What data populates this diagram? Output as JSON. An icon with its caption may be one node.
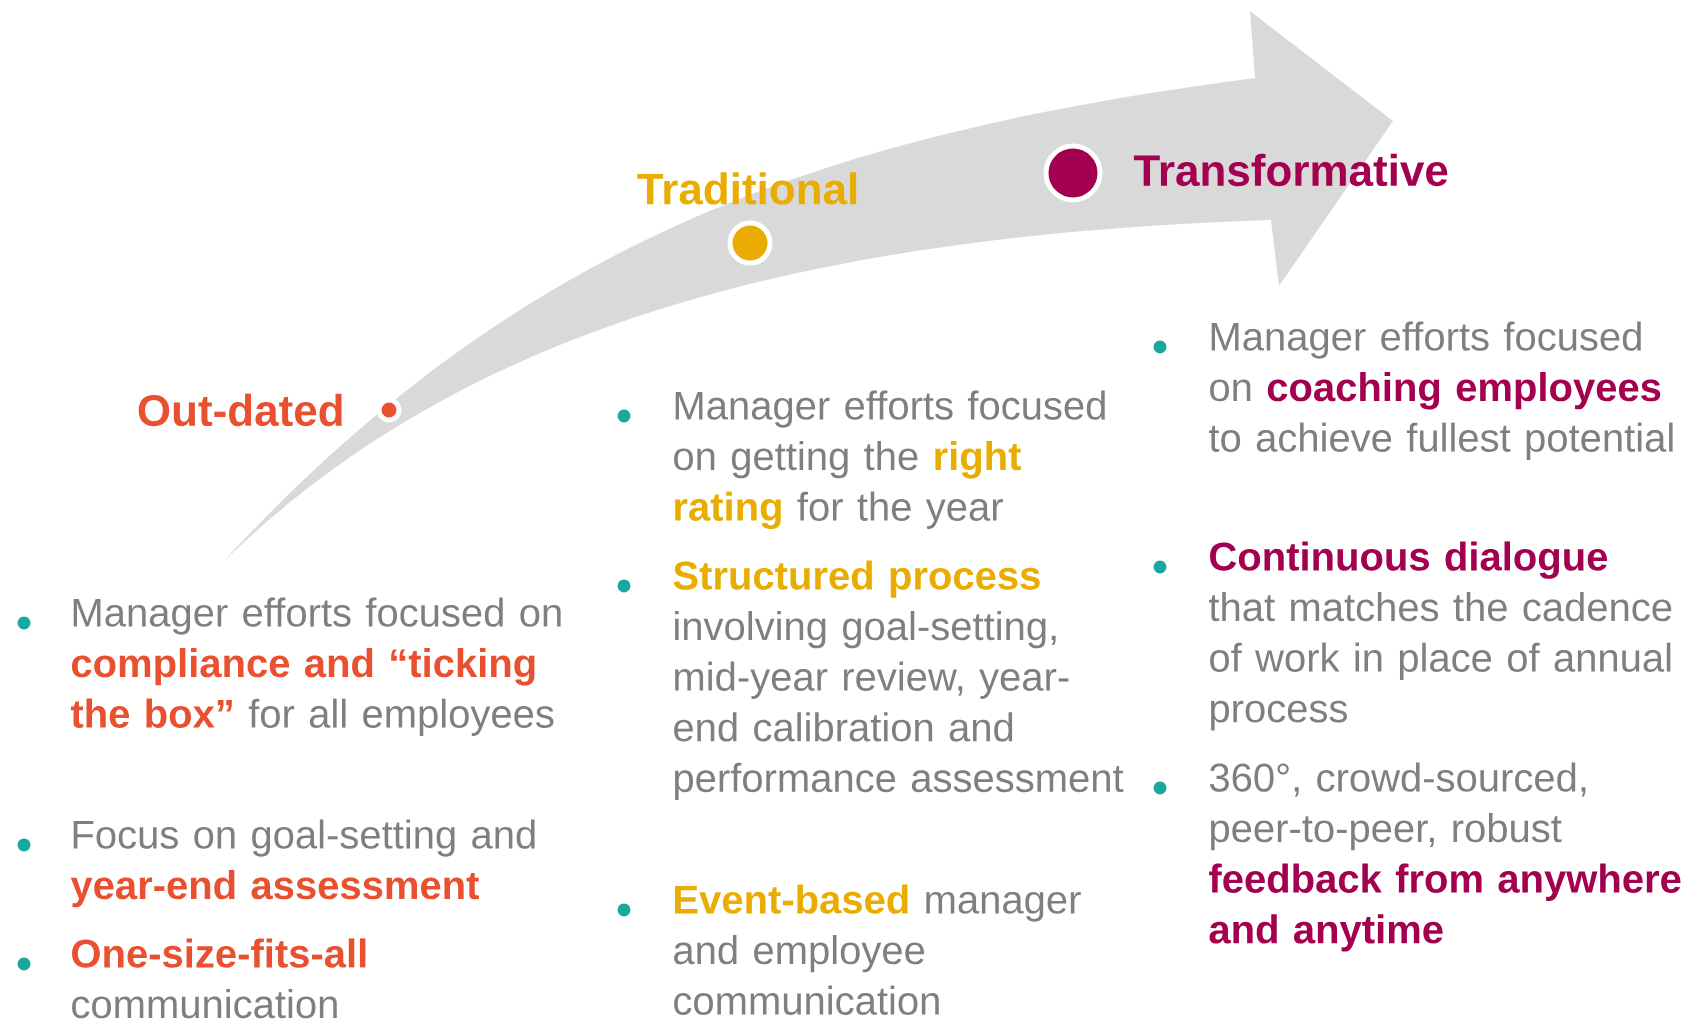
{
  "diagram": {
    "nodes": [
      {
        "text": [
          "Out-dated"
        ]
      },
      {
        "text": [
          "Traditional"
        ]
      },
      {
        "text": [
          "Transformative"
        ]
      }
    ],
    "edges": [],
    "labels": [
      "Manager efforts focused on **compliance and “ticking the box”** for all employees",
      "Focus on goal-setting and **year-end assessment**",
      "**One-size-fits-all** communication",
      "Manager efforts focused on getting the **right rating** for the year",
      "**Structured process** involving goal-setting, mid-year review, year-end calibration and performance assessment",
      "**Event-based** manager and employee communication",
      "Manager efforts focused on **coaching employees** to achieve fullest potential",
      "**Continuous dialogue** that matches the cadence of work in place of annual process",
      "360°, crowd-sourced, peer-to-peer, robust **feedback from anywhere and anytime**"
    ]
  }
}
